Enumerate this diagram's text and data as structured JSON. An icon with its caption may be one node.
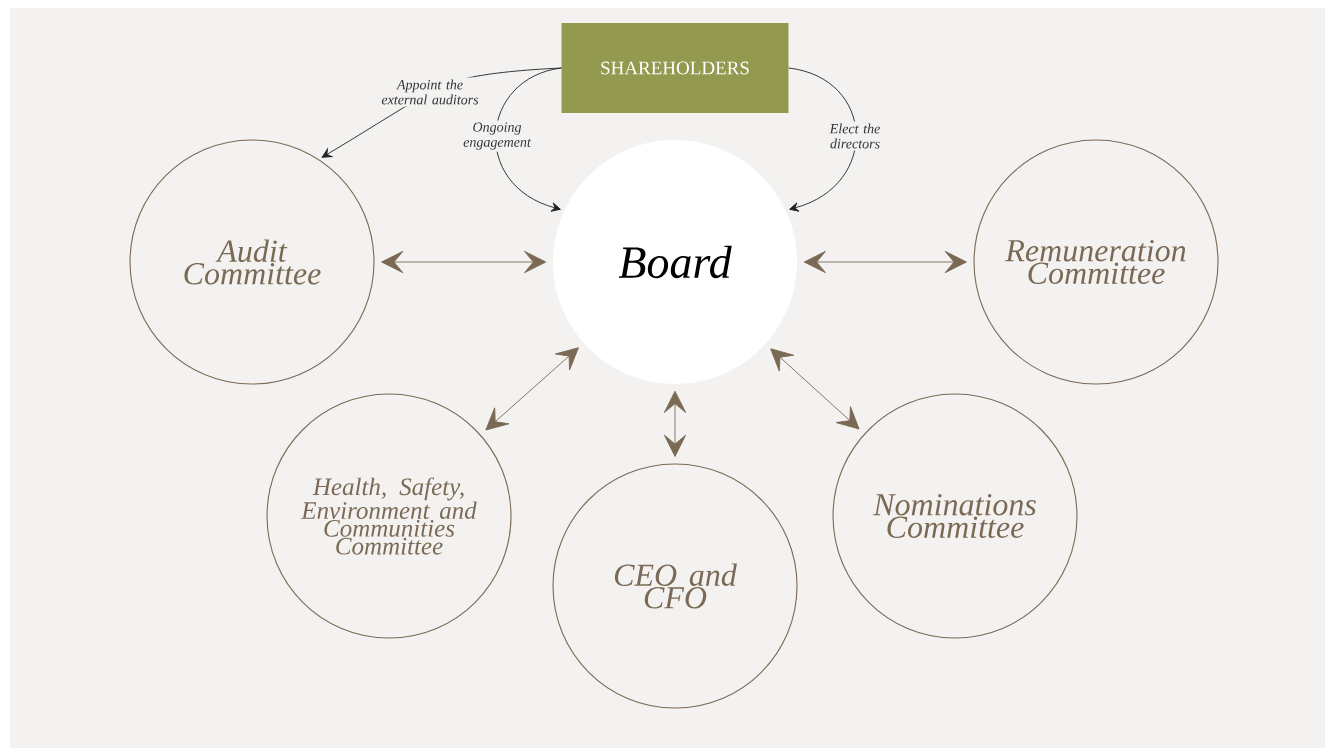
{
  "diagram": {
    "nodes": [
      {
        "text": [
          "SHAREHOLDERS"
        ]
      },
      {
        "text": [
          "Board"
        ]
      },
      {
        "text": [
          "Audit Committee"
        ]
      },
      {
        "text": [
          "Remuneration Committee"
        ]
      },
      {
        "text": [
          "Health, Safety, Environment and Communities Committee"
        ]
      },
      {
        "text": [
          "CEO and CFO"
        ]
      },
      {
        "text": [
          "Nominations Committee"
        ]
      }
    ],
    "edges": [
      {
        "from": 0,
        "to": 2,
        "arrow": "to",
        "label": "Appoint the external auditors",
        "color": "#222222"
      },
      {
        "from": 0,
        "to": 1,
        "arrow": "to",
        "label": "Ongoing engagement",
        "color": "#222222"
      },
      {
        "from": 0,
        "to": 1,
        "arrow": "to",
        "label": "Elect the directors",
        "color": "#222222"
      },
      {
        "from": 1,
        "to": 2,
        "arrow": "both"
      },
      {
        "from": 1,
        "to": 3,
        "arrow": "both"
      },
      {
        "from": 1,
        "to": 4,
        "arrow": "both"
      },
      {
        "from": 1,
        "to": 5,
        "arrow": "both"
      },
      {
        "from": 1,
        "to": 6,
        "arrow": "both"
      }
    ]
  }
}
